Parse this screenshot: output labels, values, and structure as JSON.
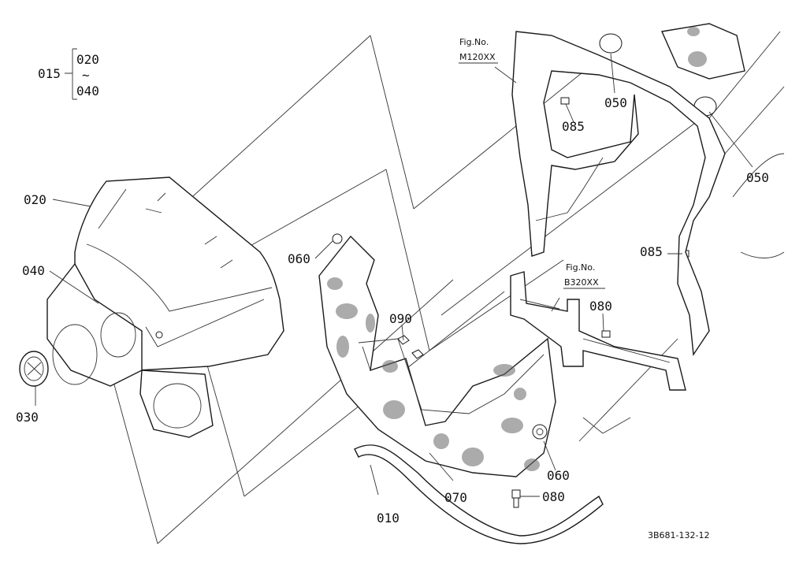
{
  "diagram": {
    "drawing_code": "3B681-132-12",
    "callouts": {
      "p015": "015",
      "p020_range_start": "020",
      "range_mark": "~",
      "p040_range_end": "040",
      "p020": "020",
      "p040": "040",
      "p030": "030",
      "p060_top": "060",
      "p090": "090",
      "p070": "070",
      "p010": "010",
      "p060_bottom": "060",
      "p080_bottom": "080",
      "p080_right": "080",
      "p085_top": "085",
      "p085_right": "085",
      "p050_left": "050",
      "p050_right": "050"
    },
    "figure_refs": {
      "m120": {
        "title": "Fig.No.",
        "code": "M120XX"
      },
      "b320": {
        "title": "Fig.No.",
        "code": "B320XX"
      }
    }
  }
}
